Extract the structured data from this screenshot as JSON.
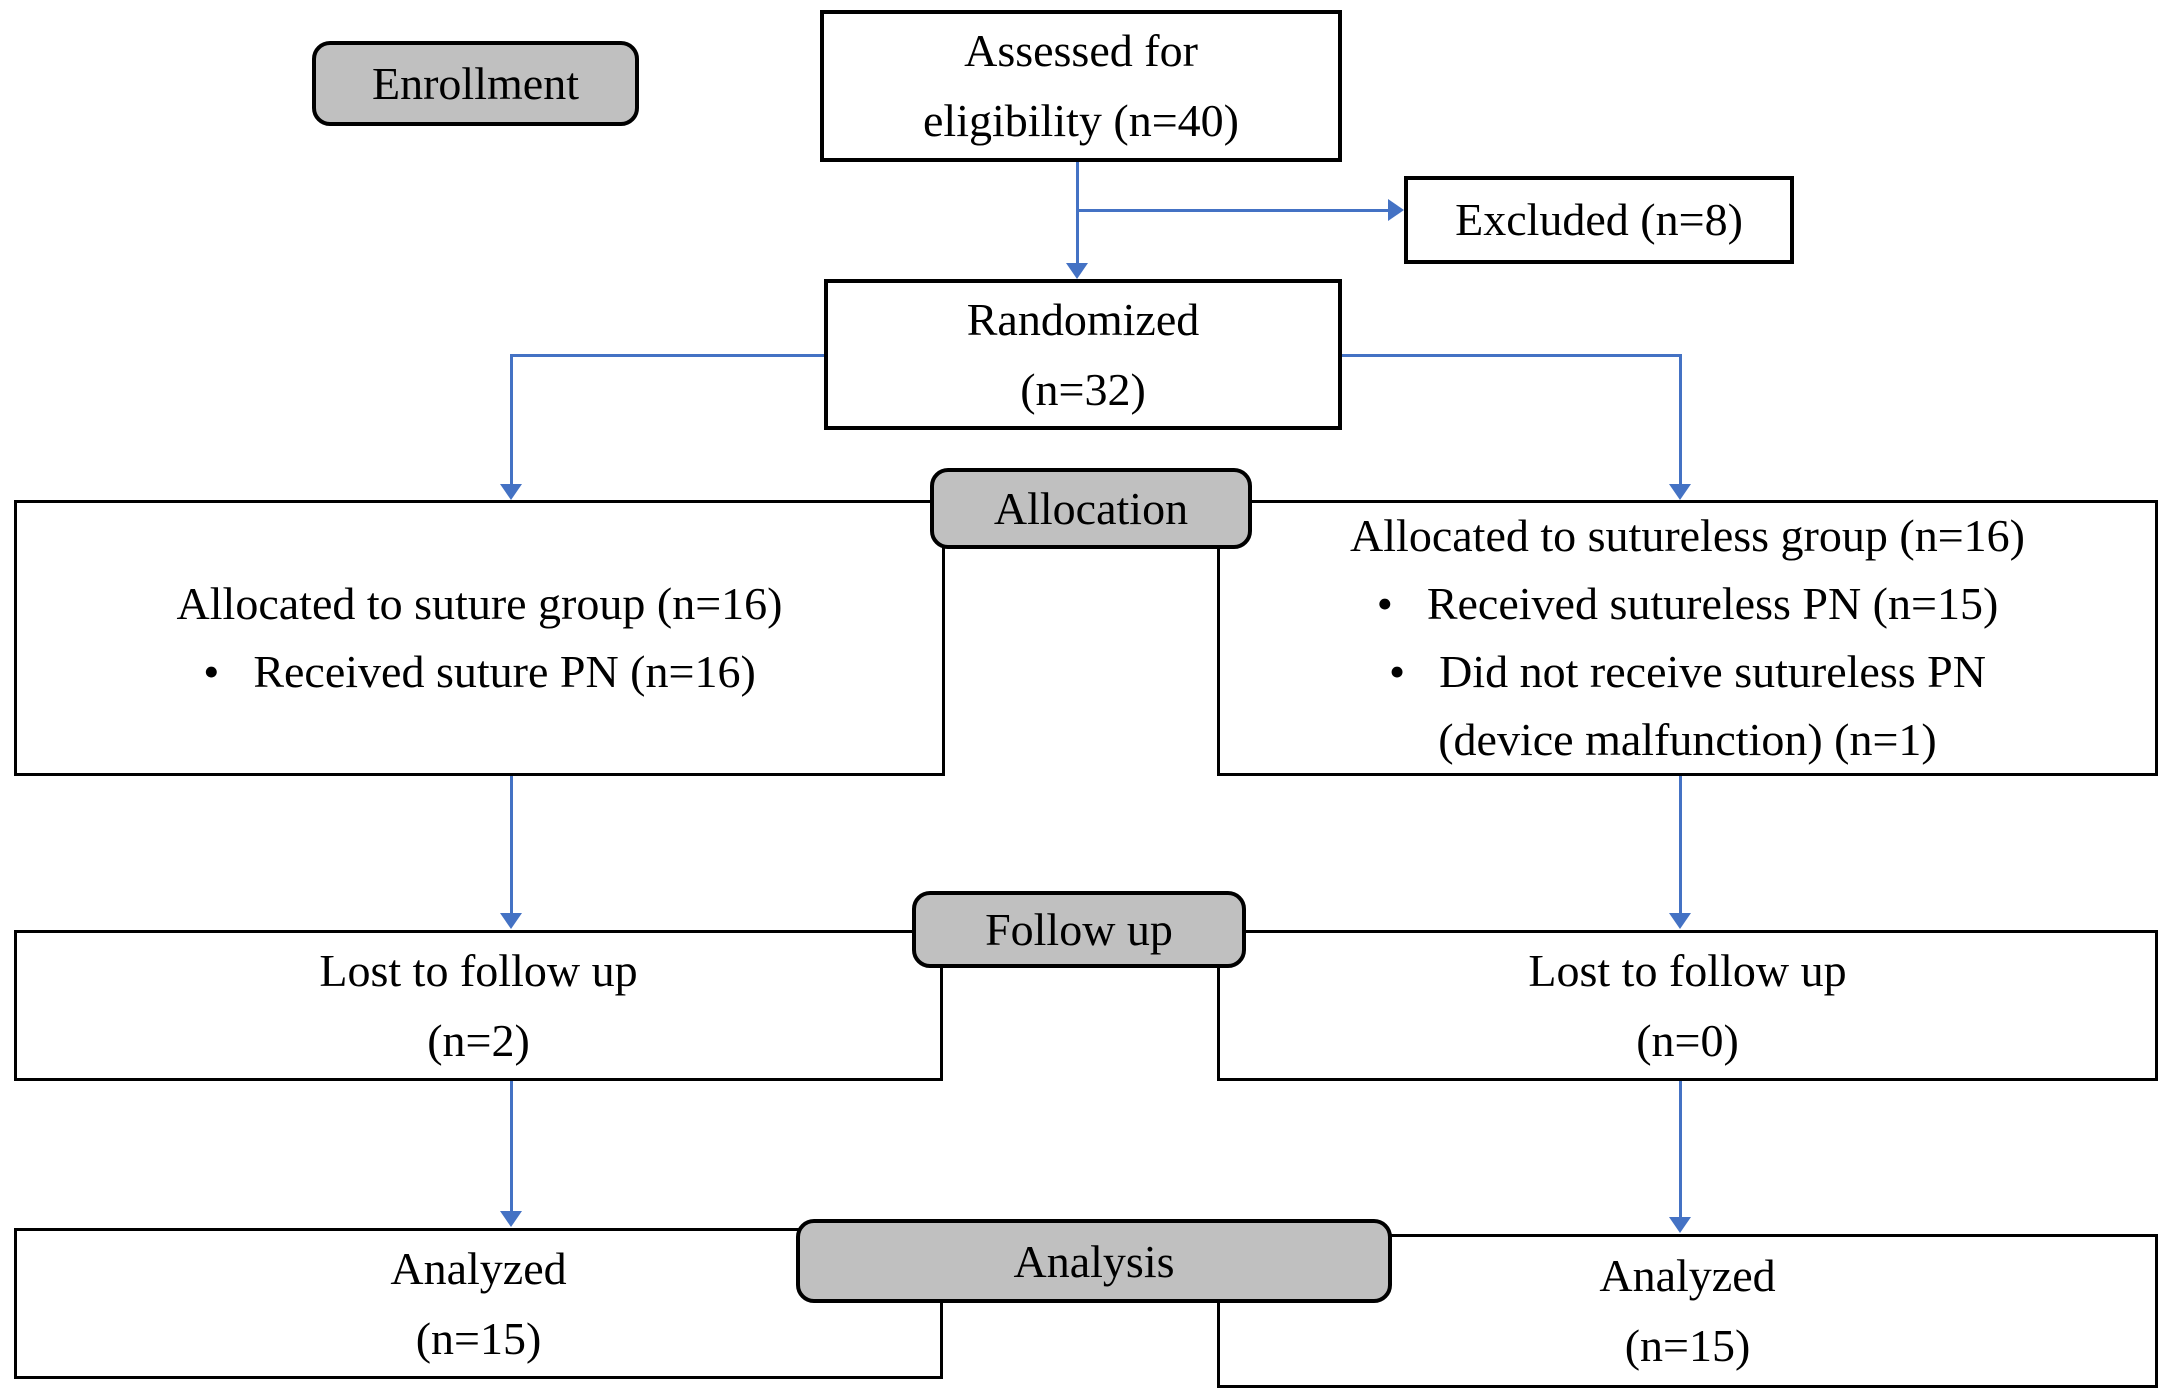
{
  "figure": {
    "type": "CONSORT flow diagram",
    "stage_labels": {
      "enrollment": "Enrollment",
      "allocation": "Allocation",
      "followup": "Follow up",
      "analysis": "Analysis"
    },
    "boxes": {
      "assessed": {
        "line1": "Assessed for",
        "line2": "eligibility (n=40)"
      },
      "excluded": {
        "text": "Excluded (n=8)"
      },
      "randomized": {
        "line1": "Randomized",
        "line2": "(n=32)"
      },
      "alloc_left": {
        "title": "Allocated to suture group (n=16)",
        "bullet1": "Received suture PN (n=16)"
      },
      "alloc_right": {
        "title": "Allocated to sutureless group (n=16)",
        "bullet1": "Received sutureless PN (n=15)",
        "bullet2": "Did not receive sutureless PN",
        "bullet2_continuation": "(device malfunction) (n=1)"
      },
      "lost_left": {
        "line1": "Lost to follow up",
        "line2": "(n=2)"
      },
      "lost_right": {
        "line1": "Lost to follow up",
        "line2": "(n=0)"
      },
      "analyzed_left": {
        "line1": "Analyzed",
        "line2": "(n=15)"
      },
      "analyzed_right": {
        "line1": "Analyzed",
        "line2": "(n=15)"
      }
    },
    "bullet_char": "•",
    "colors": {
      "arrow": "#4472c4",
      "label_fill": "#c0c0c0",
      "box_fill": "#ffffff",
      "box_border": "#000000"
    }
  }
}
